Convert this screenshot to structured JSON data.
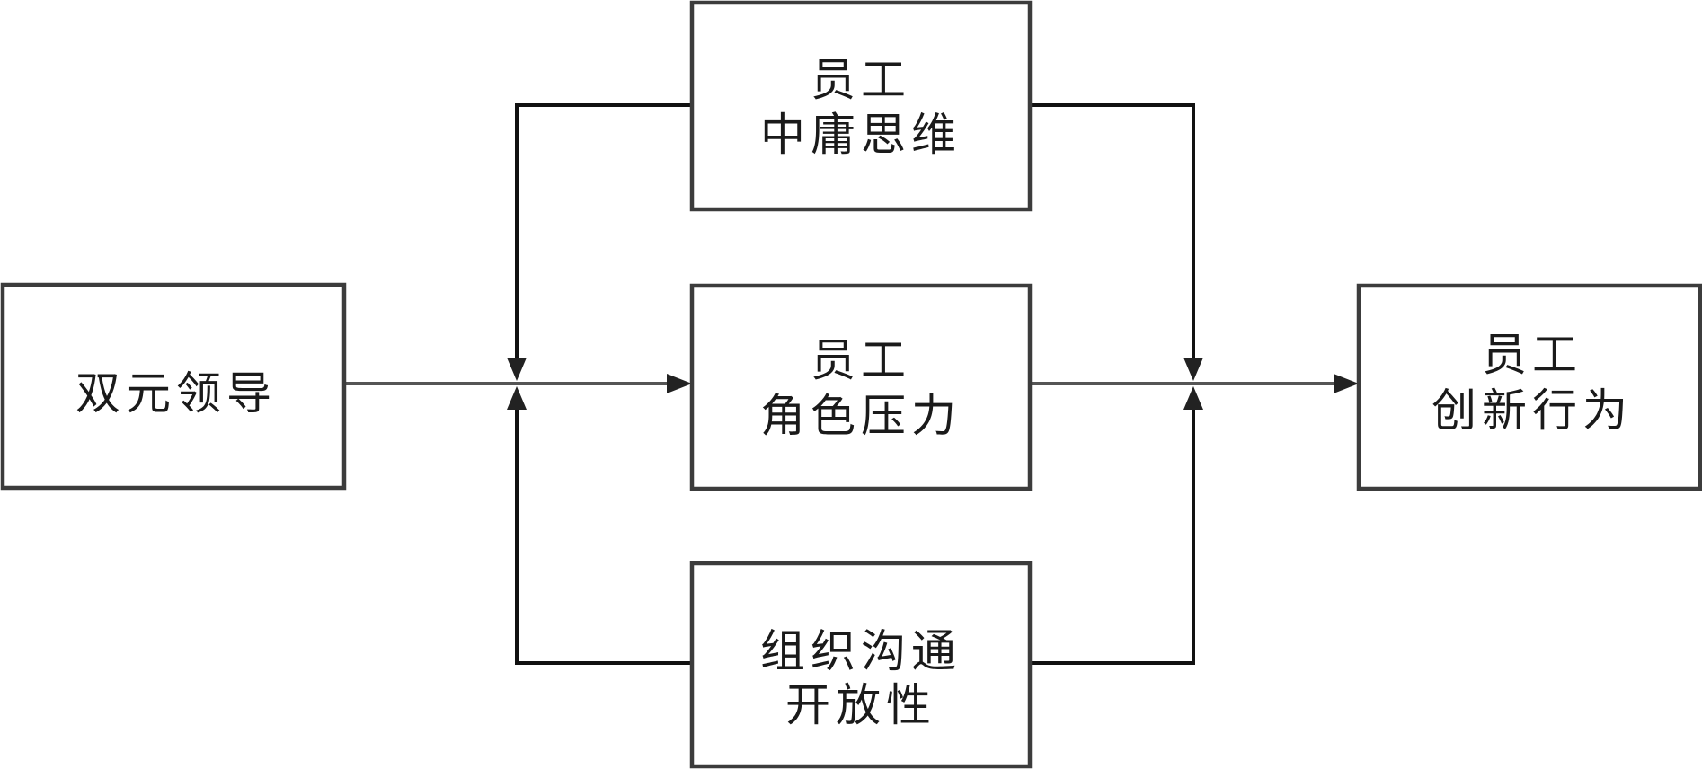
{
  "diagram": {
    "type": "flowchart",
    "nodes": {
      "dual_leadership": {
        "lines": [
          "双元领导"
        ]
      },
      "zhongyong": {
        "lines": [
          "员工",
          "中庸思维"
        ]
      },
      "role_stress": {
        "lines": [
          "员工",
          "角色压力"
        ]
      },
      "communication": {
        "lines": [
          "组织沟通",
          "开放性"
        ]
      },
      "innovation": {
        "lines": [
          "员工",
          "创新行为"
        ]
      }
    },
    "edges": [
      {
        "from": "dual_leadership",
        "to": "role_stress",
        "kind": "arrow"
      },
      {
        "from": "role_stress",
        "to": "innovation",
        "kind": "arrow"
      },
      {
        "from": "zhongyong",
        "to": "dual_leadership-role_stress link",
        "kind": "moderation"
      },
      {
        "from": "communication",
        "to": "dual_leadership-role_stress link",
        "kind": "moderation"
      },
      {
        "from": "zhongyong",
        "to": "role_stress-innovation link",
        "kind": "moderation"
      },
      {
        "from": "communication",
        "to": "role_stress-innovation link",
        "kind": "moderation"
      }
    ]
  }
}
